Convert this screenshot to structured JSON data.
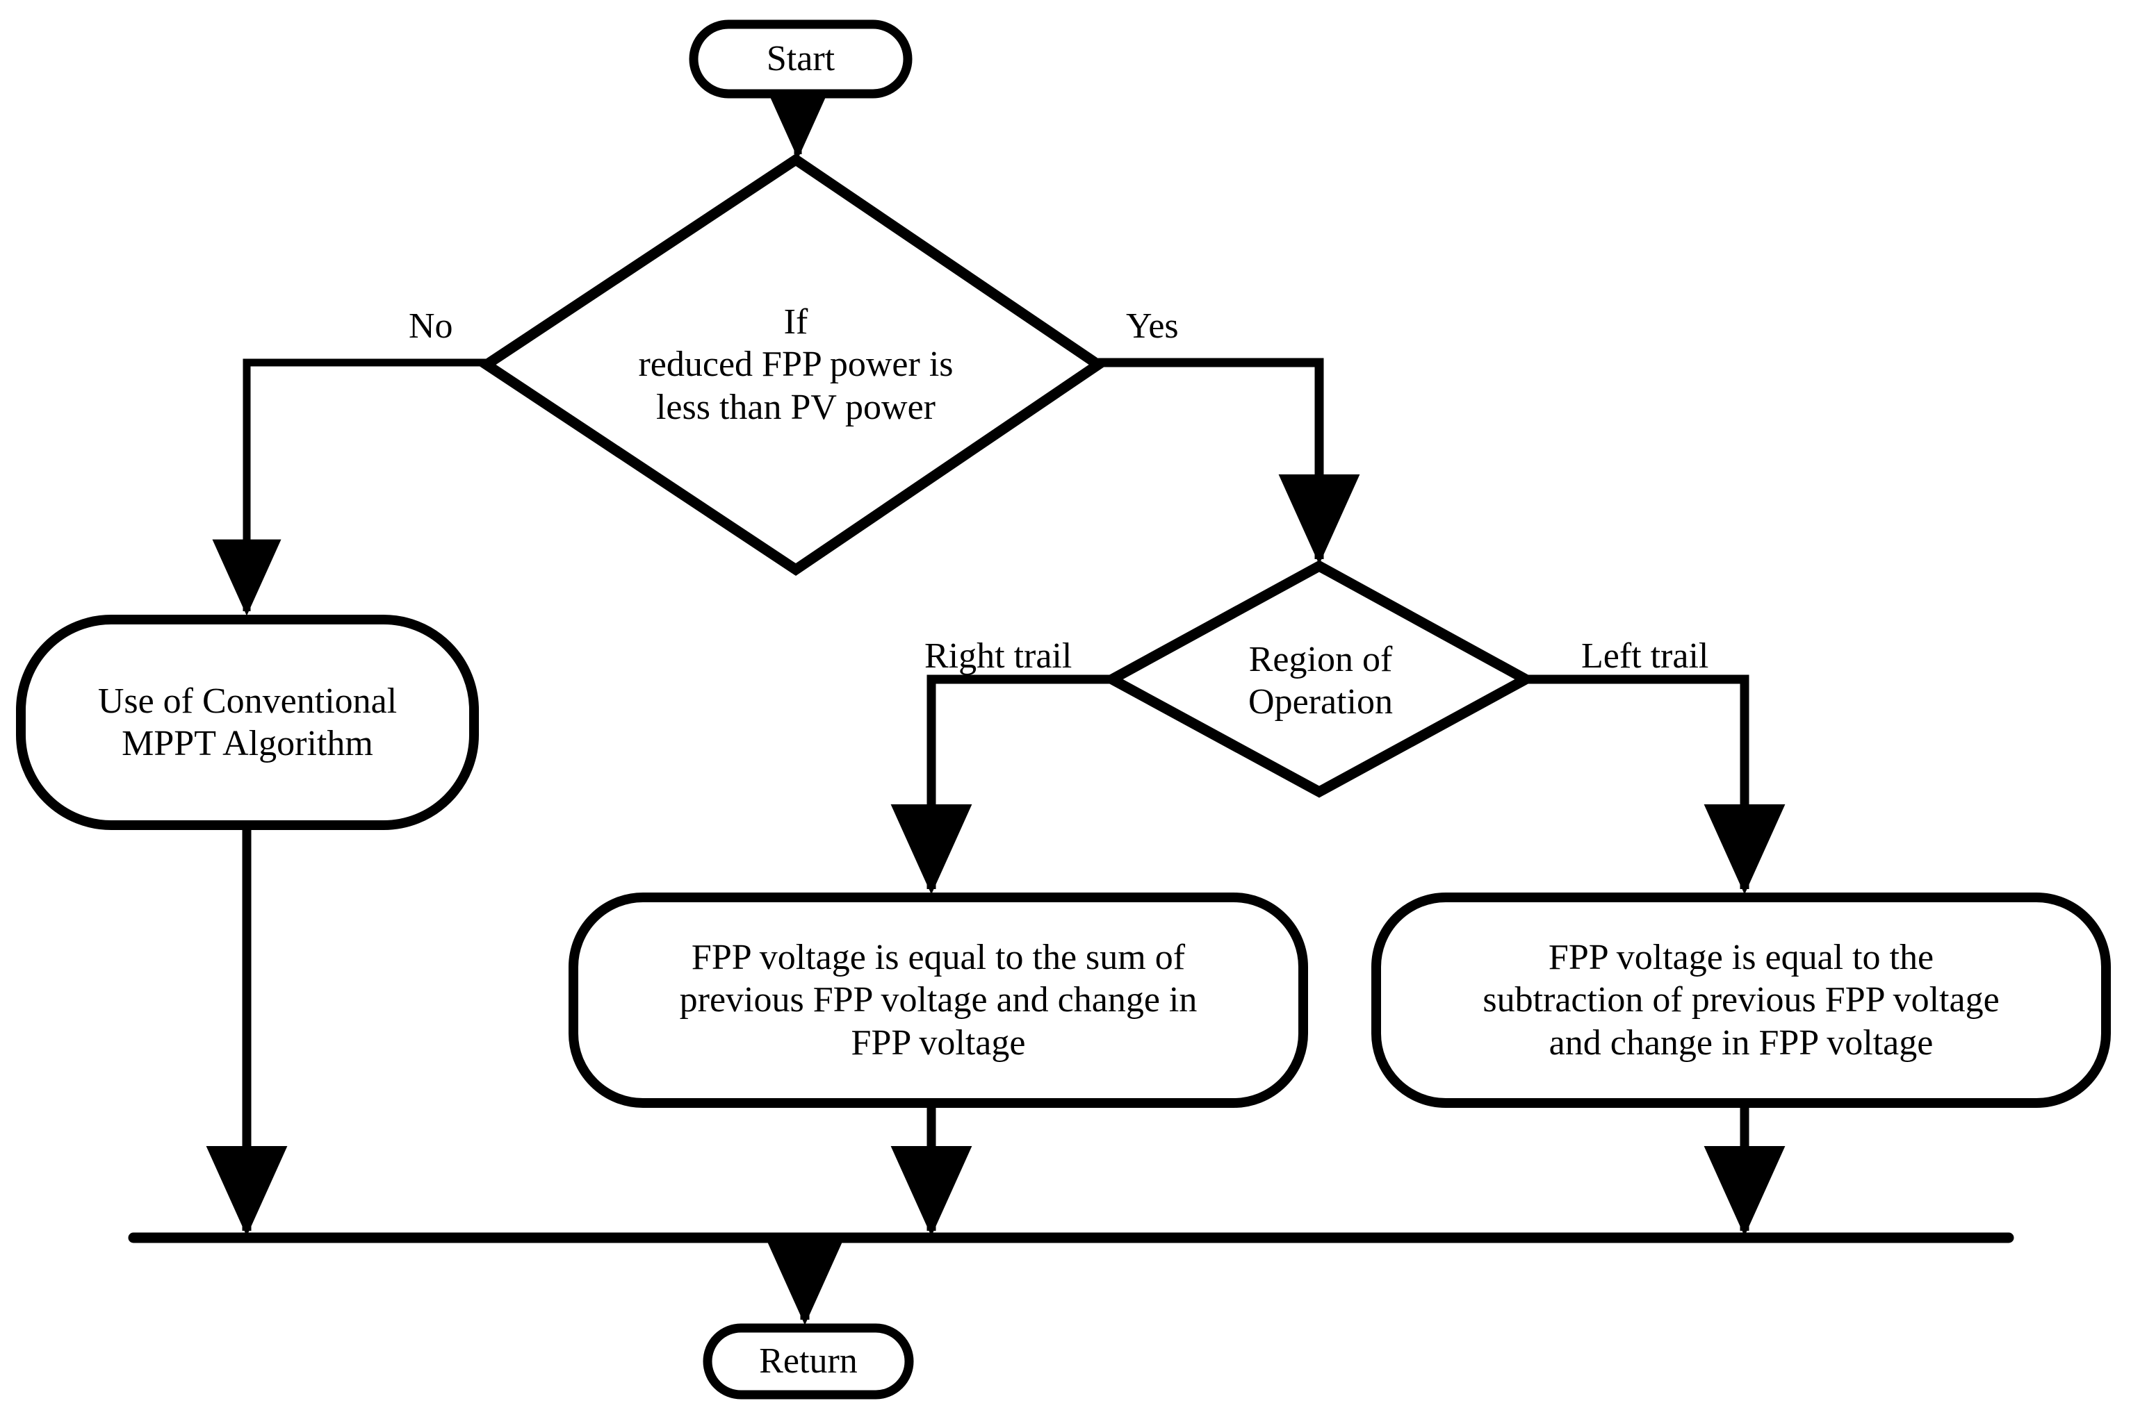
{
  "diagram": {
    "title": "FPP MPPT control flowchart",
    "type": "flowchart",
    "colors": {
      "stroke": "#000000",
      "fill": "#ffffff",
      "text": "#000000"
    },
    "nodes": {
      "start": {
        "label": "Start",
        "shape": "terminator"
      },
      "decision_power": {
        "label": "If\nreduced FPP power is\nless than PV power",
        "shape": "decision"
      },
      "conventional_mppt": {
        "label": "Use of Conventional\nMPPT Algorithm",
        "shape": "process-rounded"
      },
      "decision_region": {
        "label": "Region of\nOperation",
        "shape": "decision"
      },
      "fpp_sum": {
        "label": "FPP voltage is equal to the sum of\nprevious FPP voltage and change in\nFPP voltage",
        "shape": "process-rounded"
      },
      "fpp_subtract": {
        "label": "FPP voltage is equal to the\nsubtraction of previous FPP voltage\nand change in FPP voltage",
        "shape": "process-rounded"
      },
      "return": {
        "label": "Return",
        "shape": "terminator"
      }
    },
    "edge_labels": {
      "no": "No",
      "yes": "Yes",
      "right_trail": "Right trail",
      "left_trail": "Left trail"
    }
  }
}
